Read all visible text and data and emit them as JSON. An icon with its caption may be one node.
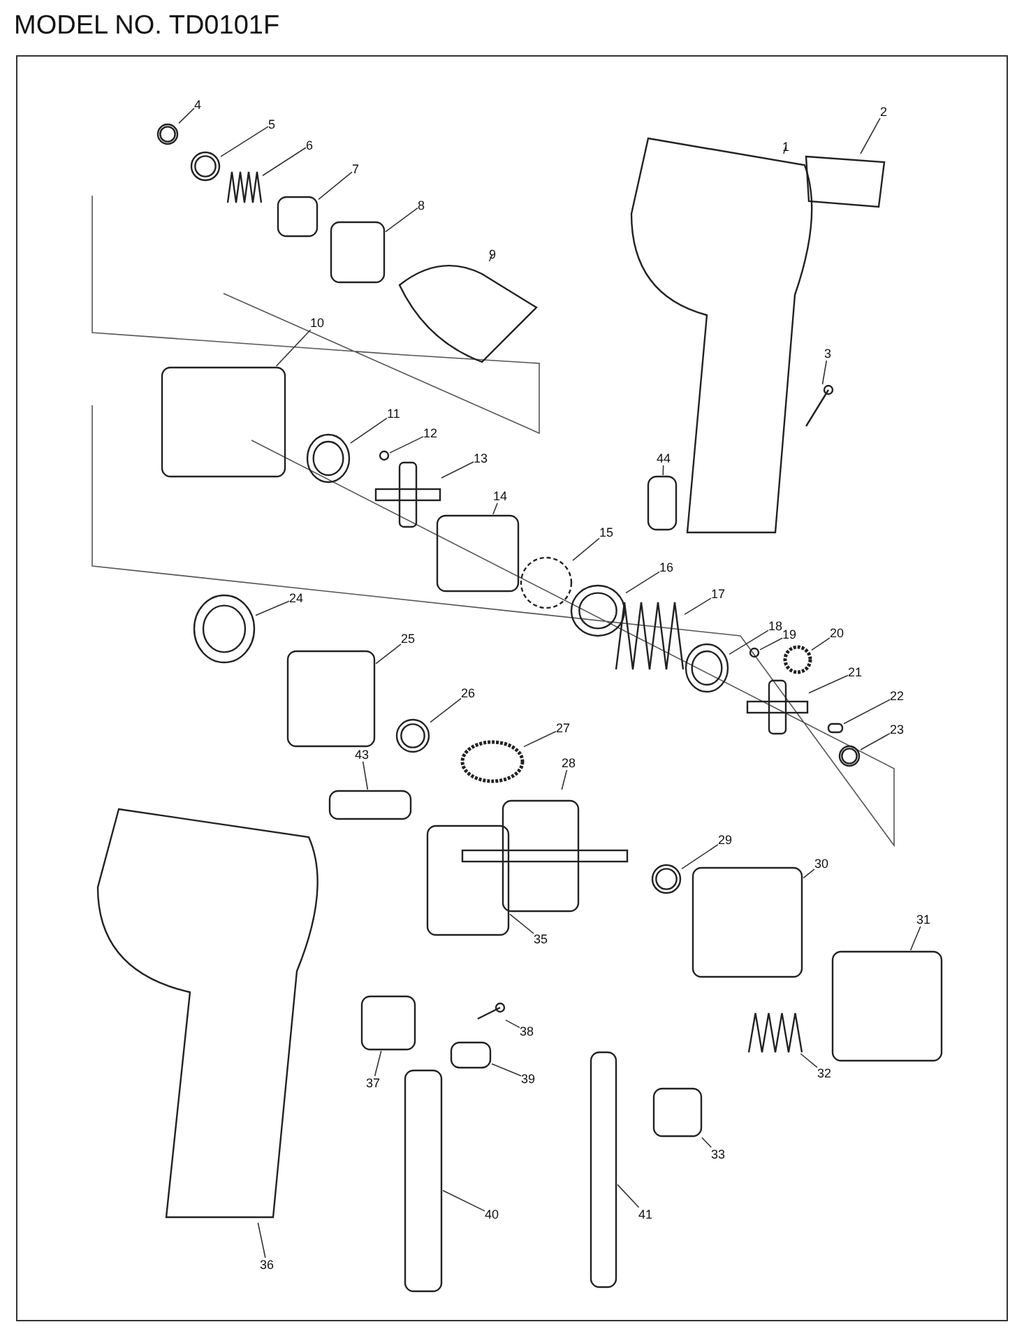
{
  "diagram": {
    "title": "MODEL NO. TD0101F",
    "nodes": [
      {
        "text": [
          "1"
        ]
      },
      {
        "text": [
          "2"
        ]
      },
      {
        "text": [
          "3"
        ]
      },
      {
        "text": [
          "4"
        ]
      },
      {
        "text": [
          "5"
        ]
      },
      {
        "text": [
          "6"
        ]
      },
      {
        "text": [
          "7"
        ]
      },
      {
        "text": [
          "8"
        ]
      },
      {
        "text": [
          "9"
        ]
      },
      {
        "text": [
          "10"
        ]
      },
      {
        "text": [
          "11"
        ]
      },
      {
        "text": [
          "12"
        ]
      },
      {
        "text": [
          "13"
        ]
      },
      {
        "text": [
          "14"
        ]
      },
      {
        "text": [
          "15"
        ]
      },
      {
        "text": [
          "16"
        ]
      },
      {
        "text": [
          "17"
        ]
      },
      {
        "text": [
          "18"
        ]
      },
      {
        "text": [
          "19"
        ]
      },
      {
        "text": [
          "20"
        ]
      },
      {
        "text": [
          "21"
        ]
      },
      {
        "text": [
          "22"
        ]
      },
      {
        "text": [
          "23"
        ]
      },
      {
        "text": [
          "24"
        ]
      },
      {
        "text": [
          "25"
        ]
      },
      {
        "text": [
          "26"
        ]
      },
      {
        "text": [
          "27"
        ]
      },
      {
        "text": [
          "28"
        ]
      },
      {
        "text": [
          "29"
        ]
      },
      {
        "text": [
          "30"
        ]
      },
      {
        "text": [
          "31"
        ]
      },
      {
        "text": [
          "32"
        ]
      },
      {
        "text": [
          "33"
        ]
      },
      {
        "text": [
          "35"
        ]
      },
      {
        "text": [
          "36"
        ]
      },
      {
        "text": [
          "37"
        ]
      },
      {
        "text": [
          "38"
        ]
      },
      {
        "text": [
          "39"
        ]
      },
      {
        "text": [
          "40"
        ]
      },
      {
        "text": [
          "41"
        ]
      },
      {
        "text": [
          "43"
        ]
      },
      {
        "text": [
          "44"
        ]
      },
      {
        "text": [],
        "shape": "picture"
      },
      {
        "text": [],
        "shape": "picture"
      },
      {
        "text": [],
        "shape": "picture"
      },
      {
        "text": [],
        "shape": "circle"
      },
      {
        "text": [],
        "shape": "circle"
      },
      {
        "text": [],
        "shape": "picture"
      },
      {
        "text": [],
        "shape": "box"
      },
      {
        "text": [],
        "shape": "box"
      },
      {
        "text": [],
        "shape": "picture"
      },
      {
        "text": [],
        "shape": "box"
      },
      {
        "text": [],
        "shape": "circle"
      },
      {
        "text": [],
        "shape": "circle"
      },
      {
        "text": [],
        "shape": "picture"
      },
      {
        "text": [],
        "shape": "box"
      },
      {
        "text": [],
        "shape": "circle"
      },
      {
        "text": [],
        "shape": "circle"
      },
      {
        "text": [],
        "shape": "picture"
      },
      {
        "text": [],
        "shape": "circle"
      },
      {
        "text": [],
        "shape": "circle"
      },
      {
        "text": [],
        "shape": "circle"
      },
      {
        "text": [],
        "shape": "picture"
      },
      {
        "text": [],
        "shape": "box"
      },
      {
        "text": [],
        "shape": "circle"
      },
      {
        "text": [],
        "shape": "circle"
      },
      {
        "text": [],
        "shape": "box"
      },
      {
        "text": [],
        "shape": "circle"
      },
      {
        "text": [],
        "shape": "circle"
      },
      {
        "text": [],
        "shape": "picture"
      },
      {
        "text": [],
        "shape": "circle"
      },
      {
        "text": [],
        "shape": "box"
      },
      {
        "text": [],
        "shape": "box"
      },
      {
        "text": [],
        "shape": "picture"
      },
      {
        "text": [],
        "shape": "box"
      },
      {
        "text": [],
        "shape": "box"
      },
      {
        "text": [],
        "shape": "picture"
      },
      {
        "text": [],
        "shape": "box"
      },
      {
        "text": [],
        "shape": "picture"
      },
      {
        "text": [],
        "shape": "box"
      },
      {
        "text": [],
        "shape": "box"
      },
      {
        "text": [],
        "shape": "box"
      },
      {
        "text": [],
        "shape": "box"
      },
      {
        "text": [],
        "shape": "box"
      }
    ],
    "edges": [
      {
        "from": 0,
        "to": 42,
        "arrow": "none"
      },
      {
        "from": 1,
        "to": 43,
        "arrow": "none"
      },
      {
        "from": 2,
        "to": 44,
        "arrow": "none"
      },
      {
        "from": 3,
        "to": 45,
        "arrow": "none"
      },
      {
        "from": 4,
        "to": 46,
        "arrow": "none"
      },
      {
        "from": 5,
        "to": 47,
        "arrow": "none"
      },
      {
        "from": 6,
        "to": 48,
        "arrow": "none"
      },
      {
        "from": 7,
        "to": 49,
        "arrow": "none"
      },
      {
        "from": 8,
        "to": 50,
        "arrow": "none"
      },
      {
        "from": 9,
        "to": 51,
        "arrow": "none"
      },
      {
        "from": 10,
        "to": 52,
        "arrow": "none"
      },
      {
        "from": 11,
        "to": 53,
        "arrow": "none"
      },
      {
        "from": 12,
        "to": 54,
        "arrow": "none"
      },
      {
        "from": 13,
        "to": 55,
        "arrow": "none"
      },
      {
        "from": 14,
        "to": 56,
        "arrow": "none"
      },
      {
        "from": 15,
        "to": 57,
        "arrow": "none"
      },
      {
        "from": 16,
        "to": 58,
        "arrow": "none"
      },
      {
        "from": 17,
        "to": 59,
        "arrow": "none"
      },
      {
        "from": 18,
        "to": 60,
        "arrow": "none"
      },
      {
        "from": 19,
        "to": 61,
        "arrow": "none"
      },
      {
        "from": 20,
        "to": 62,
        "arrow": "none"
      },
      {
        "from": 21,
        "to": 63,
        "arrow": "none"
      },
      {
        "from": 22,
        "to": 64,
        "arrow": "none"
      },
      {
        "from": 23,
        "to": 65,
        "arrow": "none"
      },
      {
        "from": 24,
        "to": 66,
        "arrow": "none"
      },
      {
        "from": 25,
        "to": 67,
        "arrow": "none"
      },
      {
        "from": 26,
        "to": 68,
        "arrow": "none"
      },
      {
        "from": 27,
        "to": 69,
        "arrow": "none"
      },
      {
        "from": 28,
        "to": 70,
        "arrow": "none"
      },
      {
        "from": 29,
        "to": 71,
        "arrow": "none"
      },
      {
        "from": 30,
        "to": 72,
        "arrow": "none"
      },
      {
        "from": 31,
        "to": 73,
        "arrow": "none"
      },
      {
        "from": 32,
        "to": 74,
        "arrow": "none"
      },
      {
        "from": 33,
        "to": 75,
        "arrow": "none"
      },
      {
        "from": 34,
        "to": 76,
        "arrow": "none"
      },
      {
        "from": 35,
        "to": 77,
        "arrow": "none"
      },
      {
        "from": 36,
        "to": 78,
        "arrow": "none"
      },
      {
        "from": 37,
        "to": 79,
        "arrow": "none"
      },
      {
        "from": 38,
        "to": 80,
        "arrow": "none"
      },
      {
        "from": 39,
        "to": 81,
        "arrow": "none"
      },
      {
        "from": 40,
        "to": 82,
        "arrow": "none"
      },
      {
        "from": 41,
        "to": 83,
        "arrow": "none"
      }
    ]
  }
}
